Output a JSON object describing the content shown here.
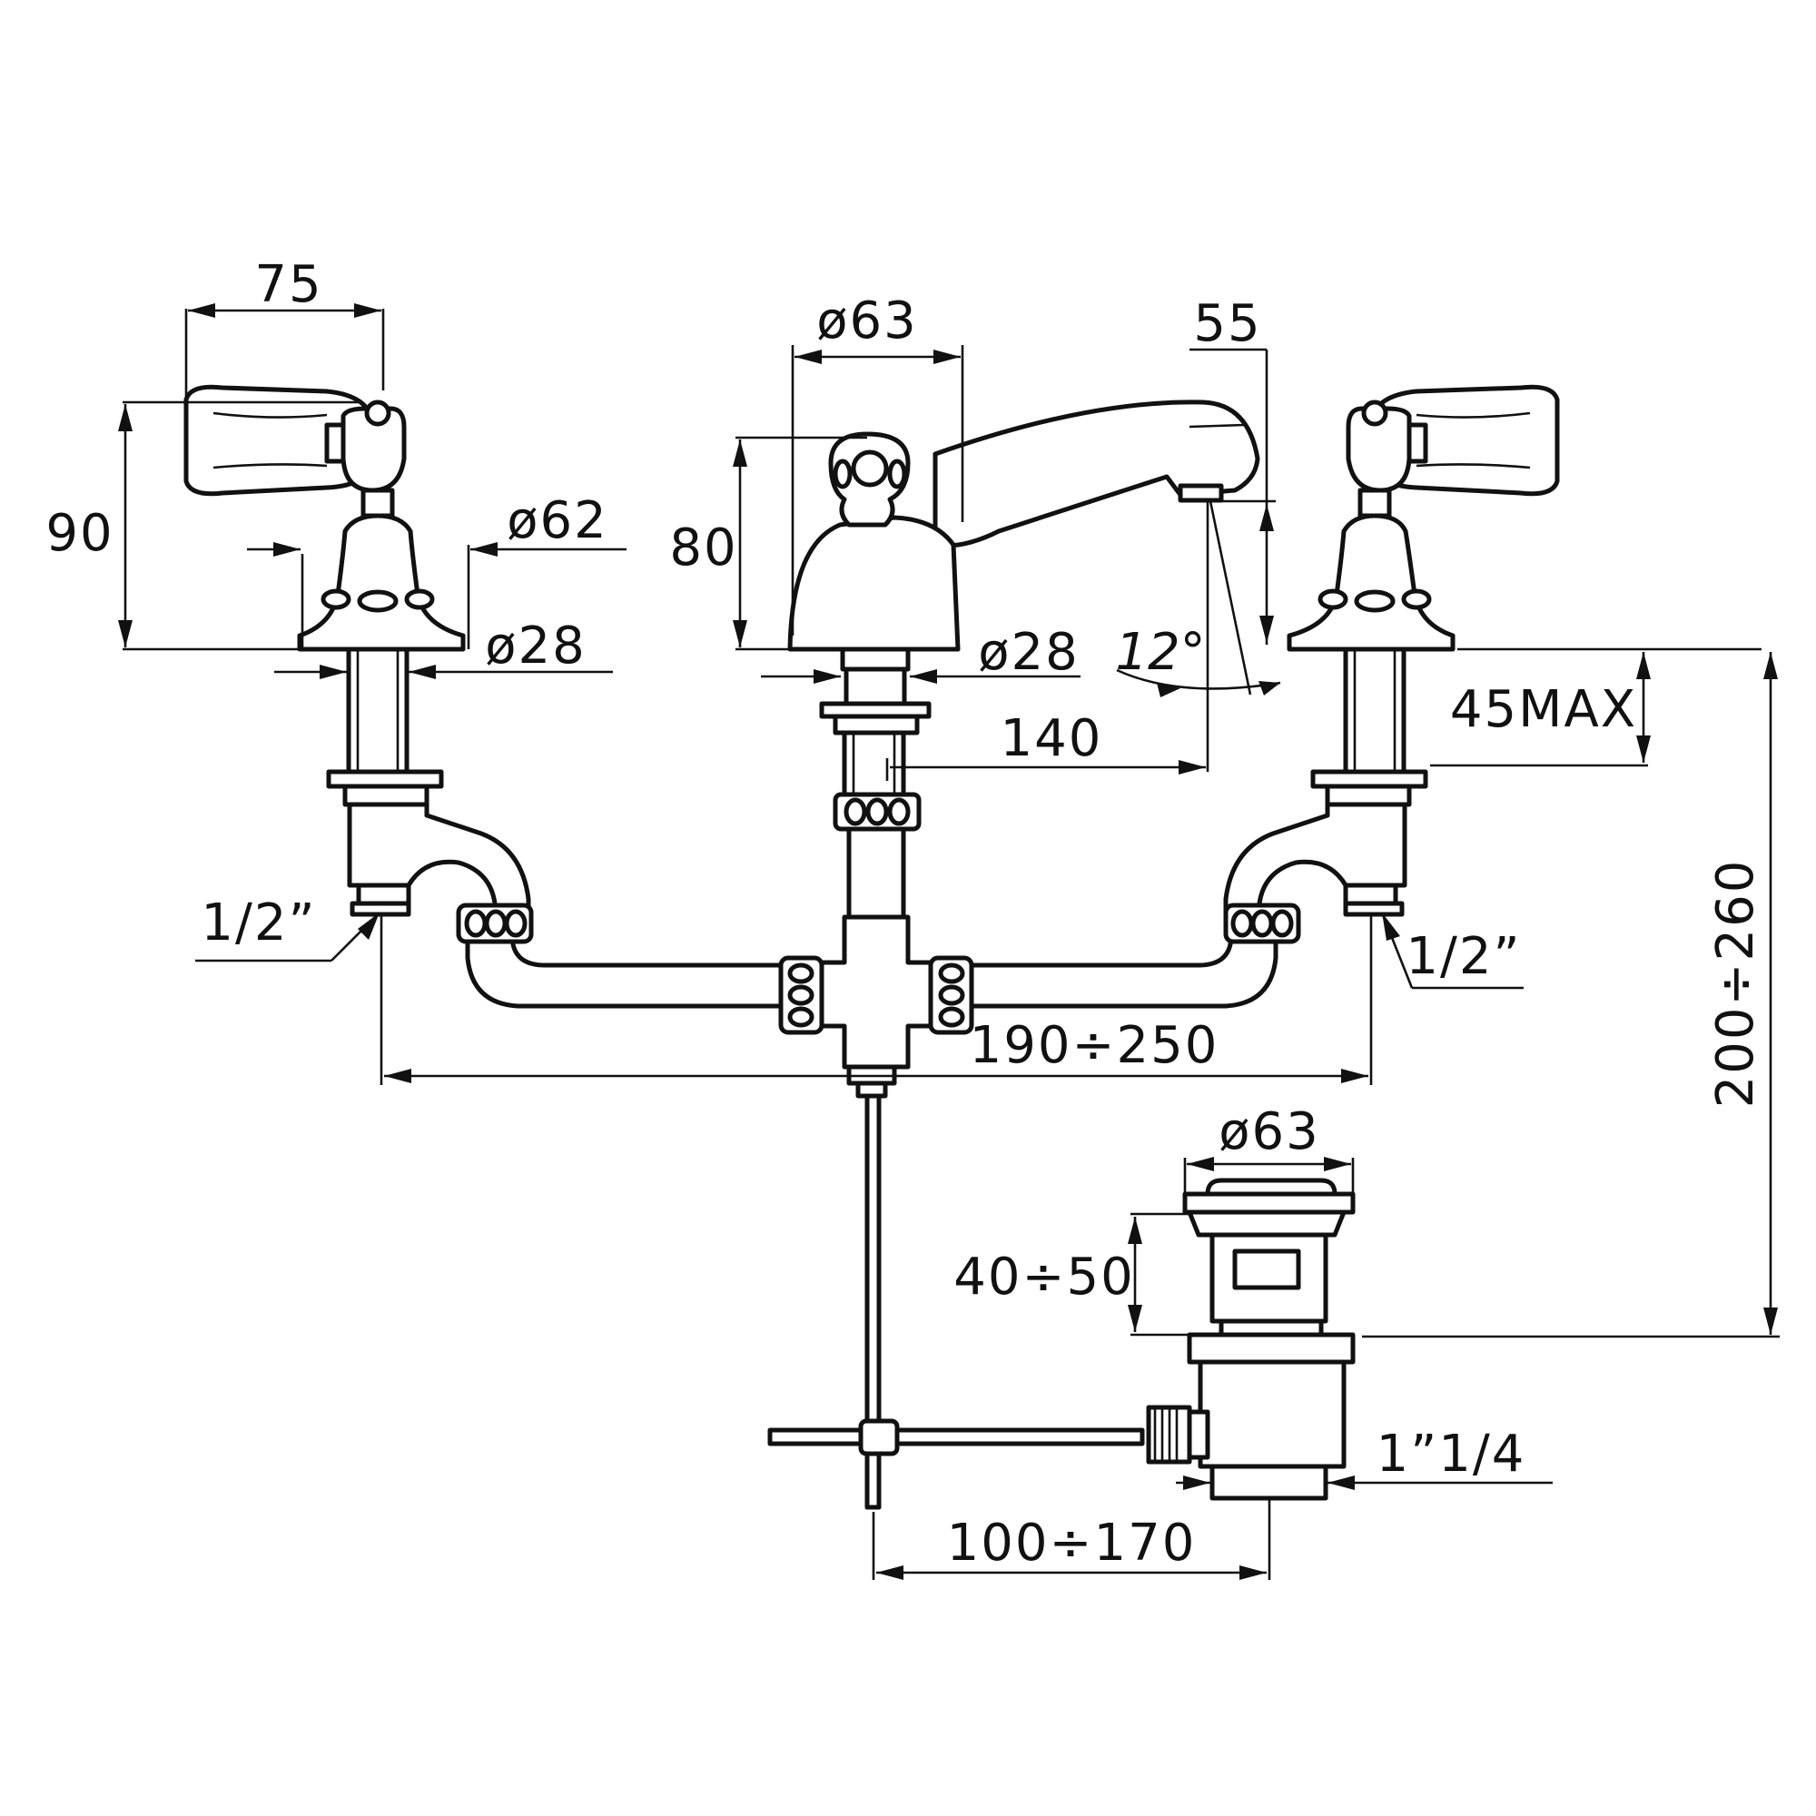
{
  "dimensions": {
    "left_handle_width": "75",
    "left_height": "90",
    "left_base_diameter": "ø62",
    "left_shank_diameter": "ø28",
    "spout_body_diameter": "ø63",
    "spout_height": "80",
    "spout_shank_diameter": "ø28",
    "spout_tip_width": "55",
    "spout_angle": "12°",
    "spout_reach": "140",
    "deck_thickness": "45MAX",
    "left_inlet": "1/2”",
    "right_inlet": "1/2”",
    "centers": "190÷250",
    "overall_height": "200÷260",
    "waste_diameter": "ø63",
    "waste_height": "40÷50",
    "waste_thread": "1”1/4",
    "rod_distance": "100÷170"
  },
  "colors": {
    "line": "#111111",
    "background": "#ffffff"
  }
}
